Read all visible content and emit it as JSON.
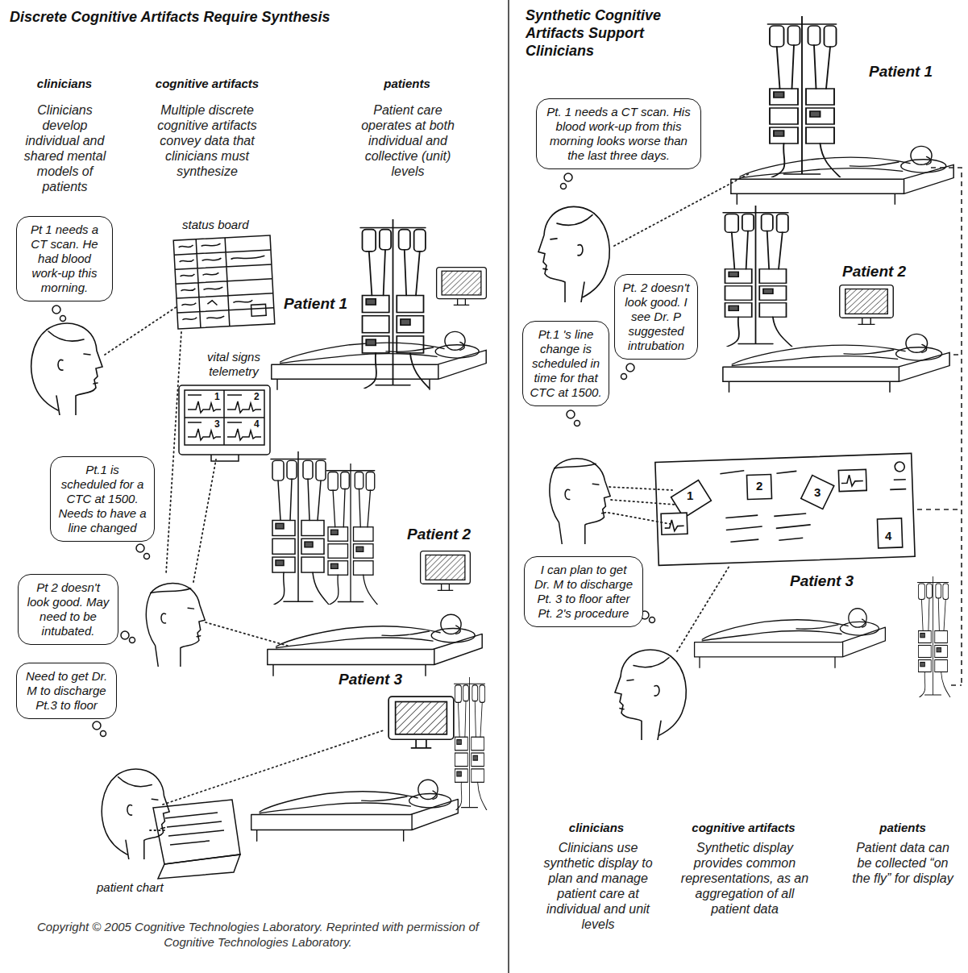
{
  "diagram": {
    "title": "Discrete Cognitive Artifacts Require Synthesis",
    "caption": "Copyright © 2005 Cognitive Technologies Laboratory. Reprinted with permission of Cognitive Technologies Laboratory.",
    "nodes": [
      {
        "text": [
          "Pt 1 needs a CT scan. He had blood work-up this morning."
        ]
      },
      {
        "text": [
          "Pt.1 is scheduled for a CTC at 1500. Needs to have a line changed"
        ]
      },
      {
        "text": [
          "Pt 2 doesn't look good. May need to be intubated."
        ]
      },
      {
        "text": [
          "Need to get Dr. M to discharge Pt.3 to floor"
        ]
      },
      {
        "text": [
          "Pt. 1 needs a CT scan. His blood work-up from this morning looks worse than the last three days."
        ]
      },
      {
        "text": [
          "Pt.1 's line change is scheduled in time for that CTC at 1500."
        ]
      },
      {
        "text": [
          "Pt. 2 doesn't look good. I see Dr. P suggested intrubation"
        ]
      },
      {
        "text": [
          "I can plan to get Dr. M to discharge Pt. 3 to floor after Pt. 2's procedure"
        ]
      }
    ],
    "labels": [
      "Synthetic Cognitive Artifacts Support Clinicians",
      "clinicians",
      "cognitive artifacts",
      "patients",
      "Clinicians develop individual and shared mental models of patients",
      "Multiple discrete cognitive artifacts convey data that clinicians must synthesize",
      "Patient care operates at both individual and collective (unit) levels",
      "status board",
      "Patient 1",
      "vital signs telemetry",
      "1",
      "2",
      "3",
      "4",
      "Patient 2",
      "Patient 3",
      "patient chart",
      "Patient 1",
      "Patient 2",
      "1",
      "2",
      "3",
      "4",
      "Patient 3",
      "clinicians",
      "cognitive artifacts",
      "patients",
      "Clinicians use synthetic display to plan and manage patient care at individual and unit levels",
      "Synthetic display provides common representations, as an aggregation of all patient data",
      "Patient data can be collected “on the fly” for display"
    ]
  }
}
